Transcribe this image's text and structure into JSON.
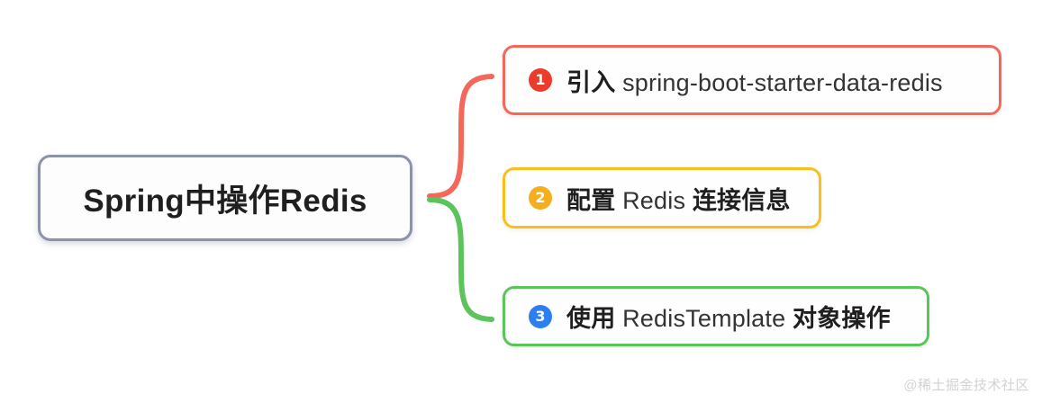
{
  "diagram": {
    "type": "mindmap",
    "background_color": "#ffffff",
    "root": {
      "label": "Spring中操作Redis",
      "border_color": "#8b93aa",
      "text_color": "#1f1f1f"
    },
    "branches": [
      {
        "index": "1",
        "badge": "1",
        "badge_color": "#ec3b2c",
        "border_color": "#f4685b",
        "connector_color": "#f4685b",
        "text_cjk": "引入",
        "text_latin": "spring-boot-starter-data-redis",
        "full_text": "引入 spring-boot-starter-data-redis"
      },
      {
        "index": "2",
        "badge": "2",
        "badge_color": "#f5ae1e",
        "border_color": "#f9be20",
        "connector_color": "",
        "text_cjk": "配置",
        "text_latin": "Redis",
        "text_cjk_tail": "连接信息",
        "full_text": "配置 Redis 连接信息"
      },
      {
        "index": "3",
        "badge": "3",
        "badge_color": "#2d7ff0",
        "border_color": "#5cc45c",
        "connector_color": "#5cc45c",
        "text_cjk": "使用",
        "text_latin": "RedisTemplate",
        "text_cjk_tail": "对象操作",
        "full_text": "使用 RedisTemplate 对象操作"
      }
    ],
    "watermark": "@稀土掘金技术社区"
  }
}
